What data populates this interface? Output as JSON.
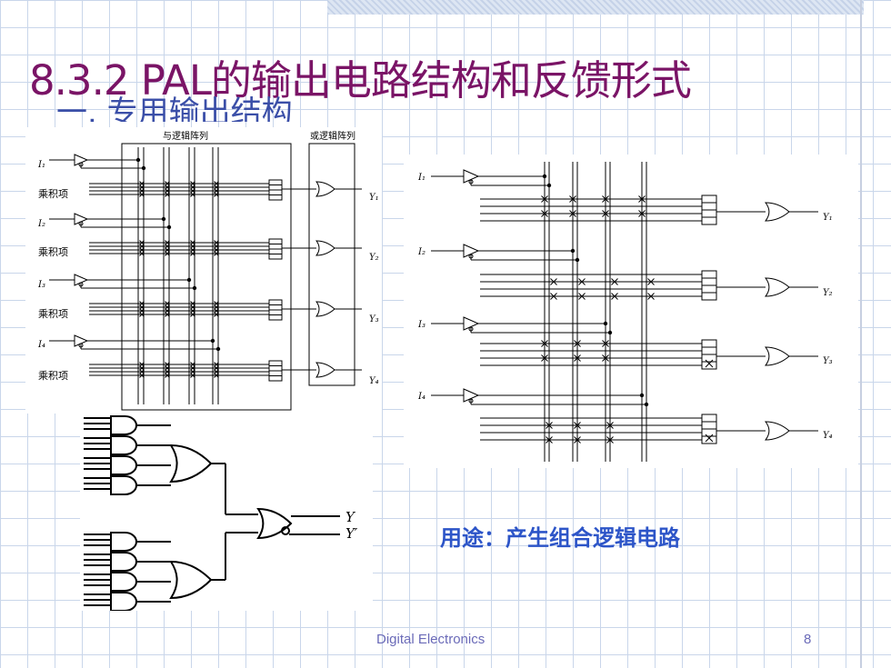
{
  "slide": {
    "title": "8.3.2 PAL的输出电路结构和反馈形式",
    "subtitle": "一. 专用输出结构",
    "usage": "用途：产生组合逻辑电路"
  },
  "left_figure": {
    "header_and": "与逻辑阵列",
    "header_or": "或逻辑阵列",
    "inputs": [
      "I₁",
      "I₂",
      "I₃",
      "I₄"
    ],
    "product_term_label": "乘积项",
    "outputs": [
      "Y₁",
      "Y₂",
      "Y₃",
      "Y₄"
    ]
  },
  "right_figure": {
    "inputs": [
      "I₁",
      "I₂",
      "I₃",
      "I₄"
    ],
    "outputs": [
      "Y₁",
      "Y₂",
      "Y₃",
      "Y₄"
    ]
  },
  "bottom_figure": {
    "out_y": "Y",
    "out_y_inv": "Y′"
  },
  "footer": {
    "course": "Digital Electronics",
    "page": "8"
  }
}
